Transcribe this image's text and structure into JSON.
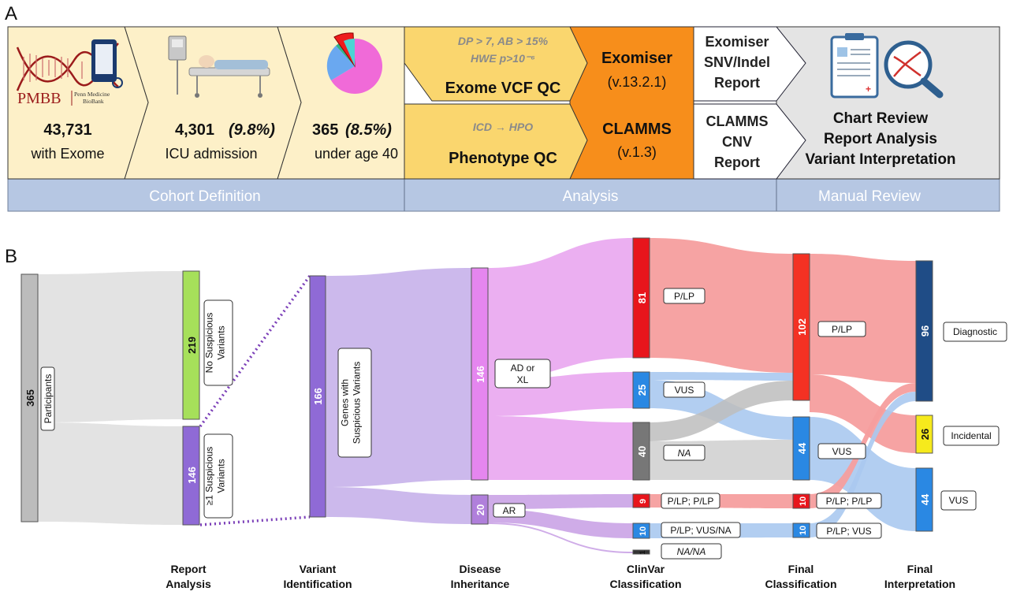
{
  "panels": {
    "a": "A",
    "b": "B"
  },
  "workflow": {
    "logo": {
      "acronym": "PMBB",
      "name_line1": "Penn Medicine",
      "name_line2": "BioBank"
    },
    "steps": [
      {
        "value": "43,731",
        "pct": "",
        "desc": "with Exome",
        "icon": "dna-phone-icon"
      },
      {
        "value": "4,301",
        "pct": "(9.8%)",
        "desc": "ICU admission",
        "icon": "icu-bed-icon"
      },
      {
        "value": "365",
        "pct": "(8.5%)",
        "desc": "under age 40",
        "icon": "pie-icon"
      }
    ],
    "qc": [
      {
        "criteria": [
          "DP > 7, AB > 15%",
          "HWE p>10⁻⁶"
        ],
        "title": "Exome VCF QC"
      },
      {
        "criteria": [
          "ICD → HPO"
        ],
        "title": "Phenotype QC"
      }
    ],
    "tools": [
      {
        "name": "Exomiser",
        "version": "(v.13.2.1)"
      },
      {
        "name": "CLAMMS",
        "version": "(v.1.3)"
      }
    ],
    "reports": [
      {
        "lines": [
          "Exomiser",
          "SNV/Indel",
          "Report"
        ]
      },
      {
        "lines": [
          "CLAMMS",
          "CNV",
          "Report"
        ]
      }
    ],
    "review": {
      "lines": [
        "Chart Review",
        "Report Analysis",
        "Variant Interpretation"
      ],
      "icon": "clipboard-magnifier-icon"
    },
    "sections": [
      "Cohort Definition",
      "Analysis",
      "Manual Review"
    ],
    "colors": {
      "cream": "#fdf0c8",
      "yellow": "#fad66e",
      "orange": "#f78e1b",
      "grey": "#e4e4e4",
      "section": "#b6c7e3"
    }
  },
  "sankey": {
    "columns": [
      "Report\nAnalysis",
      "Variant\nIdentification",
      "Disease\nInheritance",
      "ClinVar\nClassification",
      "Final\nClassification",
      "Final\nInterpretation"
    ],
    "nodes": [
      {
        "id": "participants",
        "value": "365",
        "label": "Participants",
        "color": "#bcbcbc"
      },
      {
        "id": "no_susp",
        "value": "219",
        "label": "No Suspicious\nVariants",
        "color": "#a6e05a"
      },
      {
        "id": "susp",
        "value": "146",
        "label": "≥1 Suspicious\nVariants",
        "color": "#8f6ad6"
      },
      {
        "id": "genes",
        "value": "166",
        "label": "Genes with\nSuspicious Variants",
        "color": "#8f6ad6"
      },
      {
        "id": "ad_xl",
        "value": "146",
        "label": "AD or\nXL",
        "color": "#e586ef"
      },
      {
        "id": "ar",
        "value": "20",
        "label": "AR",
        "color": "#b07fdb"
      },
      {
        "id": "cv_plp",
        "value": "81",
        "label": "P/LP",
        "color": "#e8151c"
      },
      {
        "id": "cv_vus",
        "value": "25",
        "label": "VUS",
        "color": "#2a88e3"
      },
      {
        "id": "cv_na",
        "value": "40",
        "label": "NA",
        "color": "#777777"
      },
      {
        "id": "cv_plp_plp",
        "value": "9",
        "label": "P/LP; P/LP",
        "color": "#e8151c"
      },
      {
        "id": "cv_plp_vus",
        "value": "10",
        "label": "P/LP; VUS/NA",
        "color": "#2a88e3"
      },
      {
        "id": "cv_na_na",
        "value": "1",
        "label": "NA/NA",
        "color": "#777777"
      },
      {
        "id": "fc_plp",
        "value": "102",
        "label": "P/LP",
        "color": "#f43123"
      },
      {
        "id": "fc_vus",
        "value": "44",
        "label": "VUS",
        "color": "#2a88e3"
      },
      {
        "id": "fc_plp_plp",
        "value": "10",
        "label": "P/LP; P/LP",
        "color": "#e8151c"
      },
      {
        "id": "fc_plp_vus",
        "value": "10",
        "label": "P/LP; VUS",
        "color": "#2a88e3"
      },
      {
        "id": "fi_diag",
        "value": "96",
        "label": "Diagnostic",
        "color": "#1f4c86"
      },
      {
        "id": "fi_inc",
        "value": "26",
        "label": "Incidental",
        "color": "#f6ea1c"
      },
      {
        "id": "fi_vus",
        "value": "44",
        "label": "VUS",
        "color": "#2a88e3"
      }
    ]
  }
}
